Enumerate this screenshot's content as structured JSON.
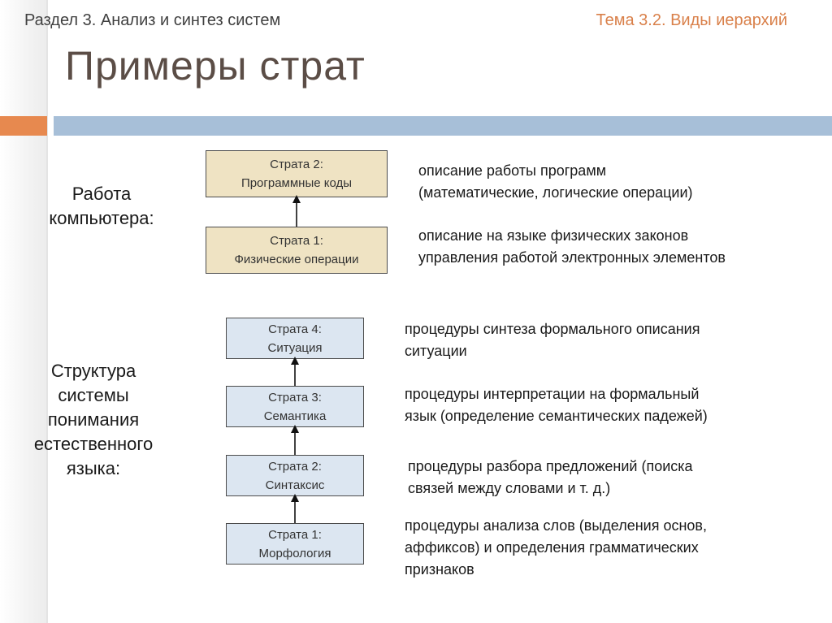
{
  "header": {
    "section": "Раздел 3. Анализ и синтез систем",
    "topic": "Тема 3.2. Виды иерархий",
    "title": "Примеры страт"
  },
  "group1": {
    "label": "Работа\nкомпьютера:",
    "strata": [
      {
        "name": "Страта 2:",
        "desc": "Программные коды",
        "text": "описание работы программ\n(математические, логические операции)"
      },
      {
        "name": "Страта 1:",
        "desc": "Физические операции",
        "text": "описание на языке физических законов\nуправления работой электронных элементов"
      }
    ]
  },
  "group2": {
    "label": "Структура\nсистемы\nпонимания\nестественного\nязыка:",
    "strata": [
      {
        "name": "Страта 4:",
        "desc": "Ситуация",
        "text": "процедуры синтеза формального описания\nситуации"
      },
      {
        "name": "Страта 3:",
        "desc": "Семантика",
        "text": "процедуры интерпретации на формальный\nязык (определение семантических падежей)"
      },
      {
        "name": "Страта 2:",
        "desc": "Синтаксис",
        "text": "процедуры разбора предложений (поиска\nсвязей между словами и т. д.)"
      },
      {
        "name": "Страта 1:",
        "desc": "Морфология",
        "text": "процедуры анализа слов (выделения основ,\nаффиксов) и определения грамматических\nпризнаков"
      }
    ]
  },
  "colors": {
    "accent_orange": "#e7894f",
    "accent_blue": "#a7bfd8",
    "tan_box": "#efe3c3",
    "blue_box": "#dce6f1"
  }
}
